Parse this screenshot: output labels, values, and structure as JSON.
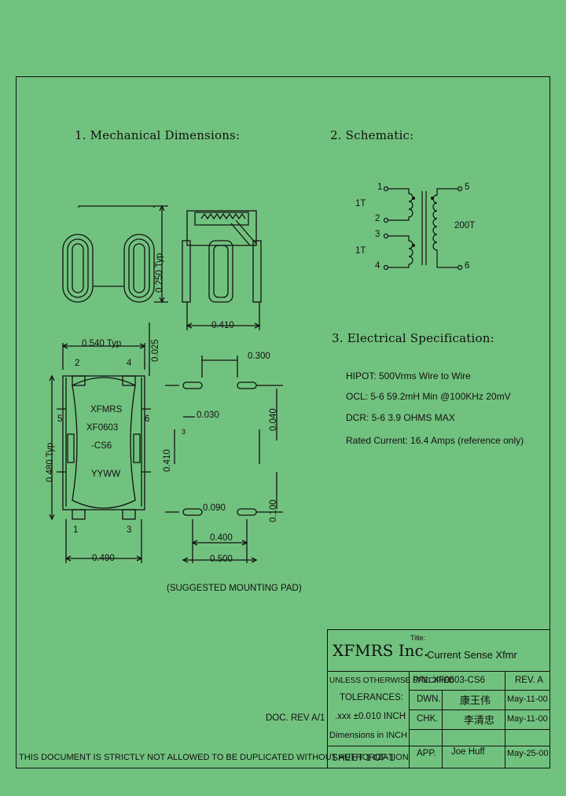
{
  "sections": {
    "mechanical": "1. Mechanical Dimensions:",
    "schematic": "2. Schematic:",
    "electrical": "3. Electrical Specification:"
  },
  "electrical": {
    "hipot": "HIPOT: 500Vrms Wire to Wire",
    "ocl": "OCL: 5-6 59.2mH Min @100KHz 20mV",
    "dcr": "DCR: 5-6 3.9 OHMS MAX",
    "current": "Rated Current: 16.4 Amps (reference only)"
  },
  "schematic": {
    "pins": [
      "1",
      "2",
      "3",
      "4",
      "5",
      "6"
    ],
    "turns_top": "1T",
    "turns_bottom": "1T",
    "turns_secondary": "200T"
  },
  "dimensions": {
    "d0250": "0.250 Typ",
    "d0410a": "0.410",
    "d0540": "0.540 Typ",
    "d0025": "0.025",
    "d0300": "0.300",
    "d0030": "0.030",
    "d0040": "0.040",
    "d0410b": "0.410",
    "d0100": "0.100",
    "d0090": "0.090",
    "d0400": "0.400",
    "d0500": "0.500",
    "d0480": "0.480 Typ",
    "d0490": "0.490",
    "pad3": "3"
  },
  "part_marking": {
    "line1": "XFMRS",
    "line2": "XF0603",
    "line3": "-CS6",
    "line4": "YYWW",
    "pin_labels": [
      "2",
      "4",
      "5",
      "6",
      "1",
      "3"
    ]
  },
  "mounting_pad_caption": "(SUGGESTED MOUNTING PAD)",
  "doc_rev": "DOC. REV A/1",
  "footer_notice": "THIS DOCUMENT IS STRICTLY NOT ALLOWED TO BE DUPLICATED WITHOUT AUTHORIZATION",
  "title_block": {
    "company": "XFMRS Inc.",
    "title_label": "Title:",
    "title": "Current Sense Xfmr",
    "unless": "UNLESS OTHERWISE SPECIFIED",
    "pn": "P/N: XF0603-CS6",
    "rev": "REV. A",
    "tolerances": "TOLERANCES:",
    "tol_value": ".xxx ±0.010 INCH",
    "dims_in": "Dimensions in INCH",
    "dwn_label": "DWN.",
    "dwn_name": "康王伟",
    "dwn_date": "May-11-00",
    "chk_label": "CHK.",
    "chk_name": "李清忠",
    "chk_date": "May-11-00",
    "sheet": "SHEET 1 OF 1",
    "app_label": "APP.",
    "app_name": "Joe Huff",
    "app_date": "May-25-00"
  }
}
